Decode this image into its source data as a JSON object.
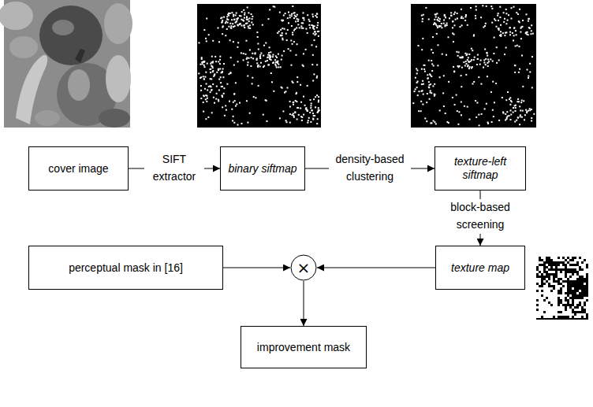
{
  "diagram": {
    "nodes": [
      {
        "text": [
          "cover image"
        ]
      },
      {
        "text": [
          "binary siftmap"
        ]
      },
      {
        "text": [
          "texture-left siftmap"
        ]
      },
      {
        "text": [
          "texture map"
        ]
      },
      {
        "text": [
          "perceptual mask in [16]"
        ]
      },
      {
        "text": [
          "×"
        ]
      },
      {
        "text": [
          "improvement mask"
        ]
      }
    ],
    "edges": [
      {
        "from": 0,
        "to": 1,
        "label": "SIFT extractor",
        "arrow": "to"
      },
      {
        "from": 1,
        "to": 2,
        "label": "density-based clustering",
        "arrow": "to"
      },
      {
        "from": 2,
        "to": 3,
        "label": "block-based screening",
        "arrow": "to"
      },
      {
        "from": 4,
        "to": 5,
        "arrow": "to"
      },
      {
        "from": 3,
        "to": 5,
        "arrow": "to"
      },
      {
        "from": 5,
        "to": 6,
        "arrow": "to"
      }
    ]
  }
}
